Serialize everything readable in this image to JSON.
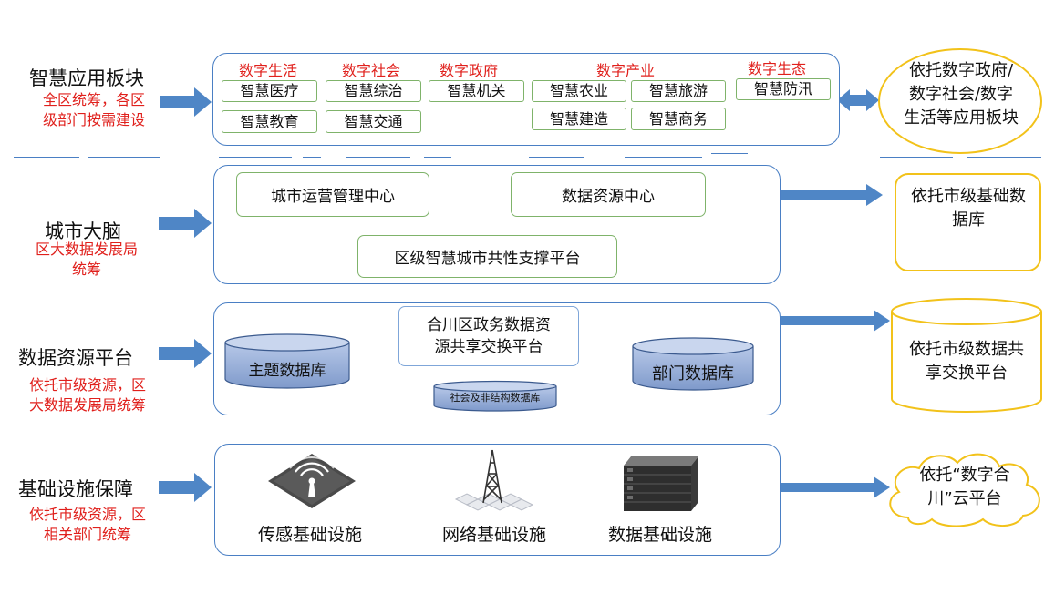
{
  "layers": {
    "app": {
      "title": "智慧应用板块",
      "note_line1": "全区统筹，各区",
      "note_line2": "级部门按需建设",
      "categories": [
        "数字生活",
        "数字社会",
        "数字政府",
        "数字产业",
        "数字生态"
      ],
      "items": [
        "智慧医疗",
        "智慧教育",
        "智慧综治",
        "智慧交通",
        "智慧机关",
        "智慧农业",
        "智慧旅游",
        "智慧建造",
        "智慧商务",
        "智慧防汛"
      ],
      "right_line1": "依托数字政府/",
      "right_line2": "数字社会/数字",
      "right_line3": "生活等应用板块"
    },
    "brain": {
      "title": "城市大脑",
      "note_line1": "区大数据发展局",
      "note_line2": "统筹",
      "box_ops": "城市运营管理中心",
      "box_data": "数据资源中心",
      "box_platform": "区级智慧城市共性支撑平台",
      "right_line1": "依托市级基础数",
      "right_line2": "据库"
    },
    "data": {
      "title": "数据资源平台",
      "note_line1": "依托市级资源，区",
      "note_line2": "大数据发展局统筹",
      "exchange_line1": "合川区政务数据资",
      "exchange_line2": "源共享交换平台",
      "db_theme": "主题数据库",
      "db_dept": "部门数据库",
      "db_social": "社会及非结构数据库",
      "right_line1": "依托市级数据共",
      "right_line2": "享交换平台"
    },
    "infra": {
      "title": "基础设施保障",
      "note_line1": "依托市级资源，区",
      "note_line2": "相关部门统筹",
      "sensor": "传感基础设施",
      "network": "网络基础设施",
      "datacenter": "数据基础设施",
      "right_line1": "依托“数字合",
      "right_line2": "川”云平台"
    }
  },
  "icons": [
    "sensor-icon",
    "tower-icon",
    "server-icon"
  ],
  "colors": {
    "border_blue": "#4a7fc4",
    "arrow_blue": "#4f86c6",
    "box_green": "#7fb36a",
    "note_red": "#e0201c",
    "right_yellow": "#f2c21a",
    "db_blue": "#8fa9d6"
  }
}
